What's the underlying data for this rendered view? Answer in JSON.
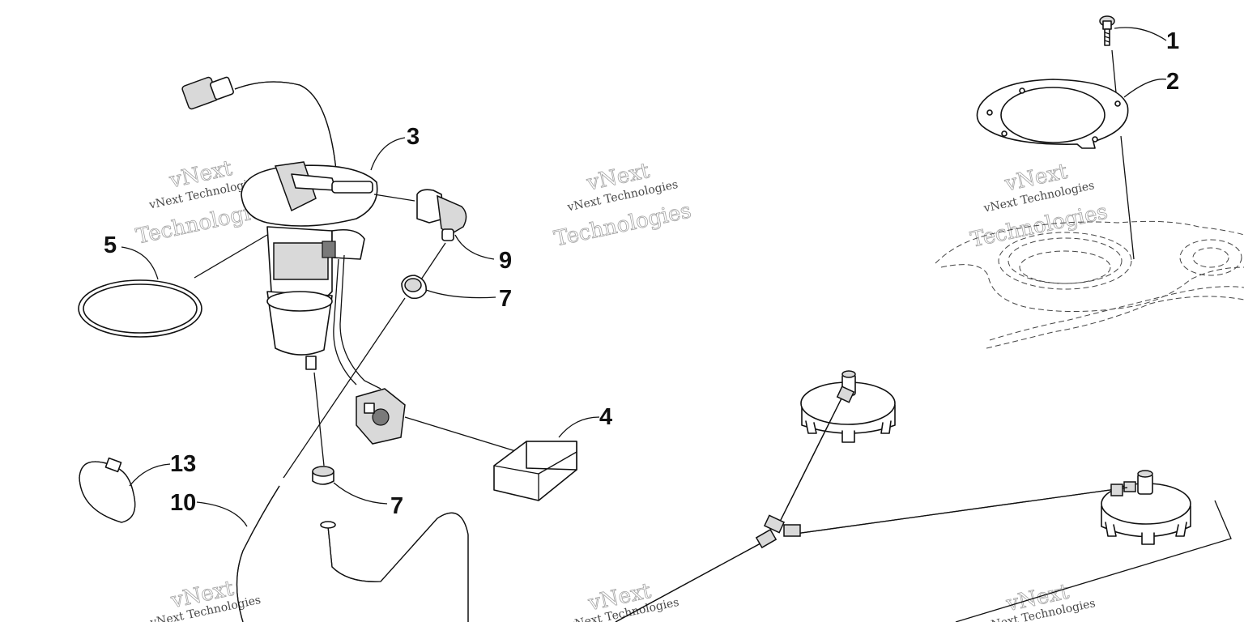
{
  "callouts": {
    "c1": "1",
    "c2": "2",
    "c3": "3",
    "c4": "4",
    "c5": "5",
    "c7a": "7",
    "c7b": "7",
    "c9": "9",
    "c10": "10",
    "c13": "13"
  },
  "watermark": {
    "small": "vNext Technologies",
    "big_top": "vNext",
    "big_bottom": "Technologies"
  },
  "colors": {
    "line": "#111111",
    "shade": "#d9d9d9",
    "background": "#ffffff"
  }
}
